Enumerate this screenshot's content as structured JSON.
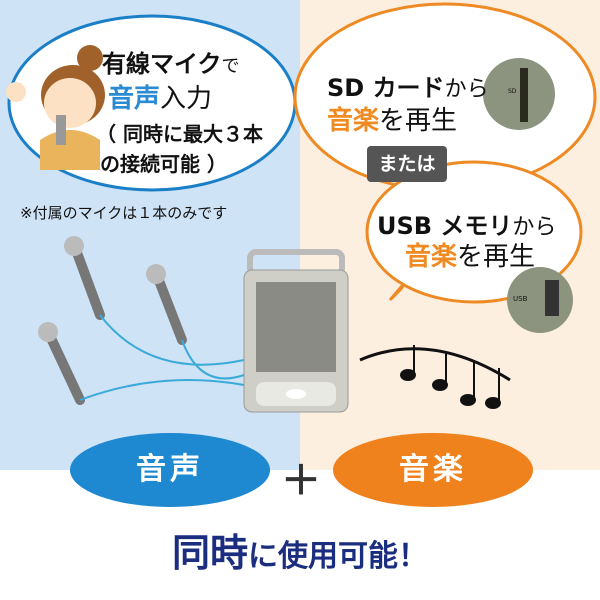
{
  "left": {
    "line1a": "有線マイク",
    "line1b": "で",
    "line2a": "音声",
    "line2b": "入力",
    "line3": "（ 同時に最大３本",
    "line4": "の接続可能 ）",
    "note": "※付属のマイクは１本のみです"
  },
  "right": {
    "sd_a": "SD カード",
    "sd_b": "から",
    "sd_c": "音楽",
    "sd_d": "を再生",
    "or": "または",
    "usb_a": "USB メモリ",
    "usb_b": "から",
    "usb_c": "音楽",
    "usb_d": "を再生",
    "sd_label": "SD",
    "usb_label": "USB"
  },
  "pills": {
    "voice": "音声",
    "plus": "＋",
    "music": "音楽"
  },
  "footer": {
    "a": "同時",
    "b": "に",
    "c": "使用可能！"
  },
  "colors": {
    "blue": "#1e88d0",
    "orange": "#f0821e",
    "navy": "#1b2d7f"
  }
}
